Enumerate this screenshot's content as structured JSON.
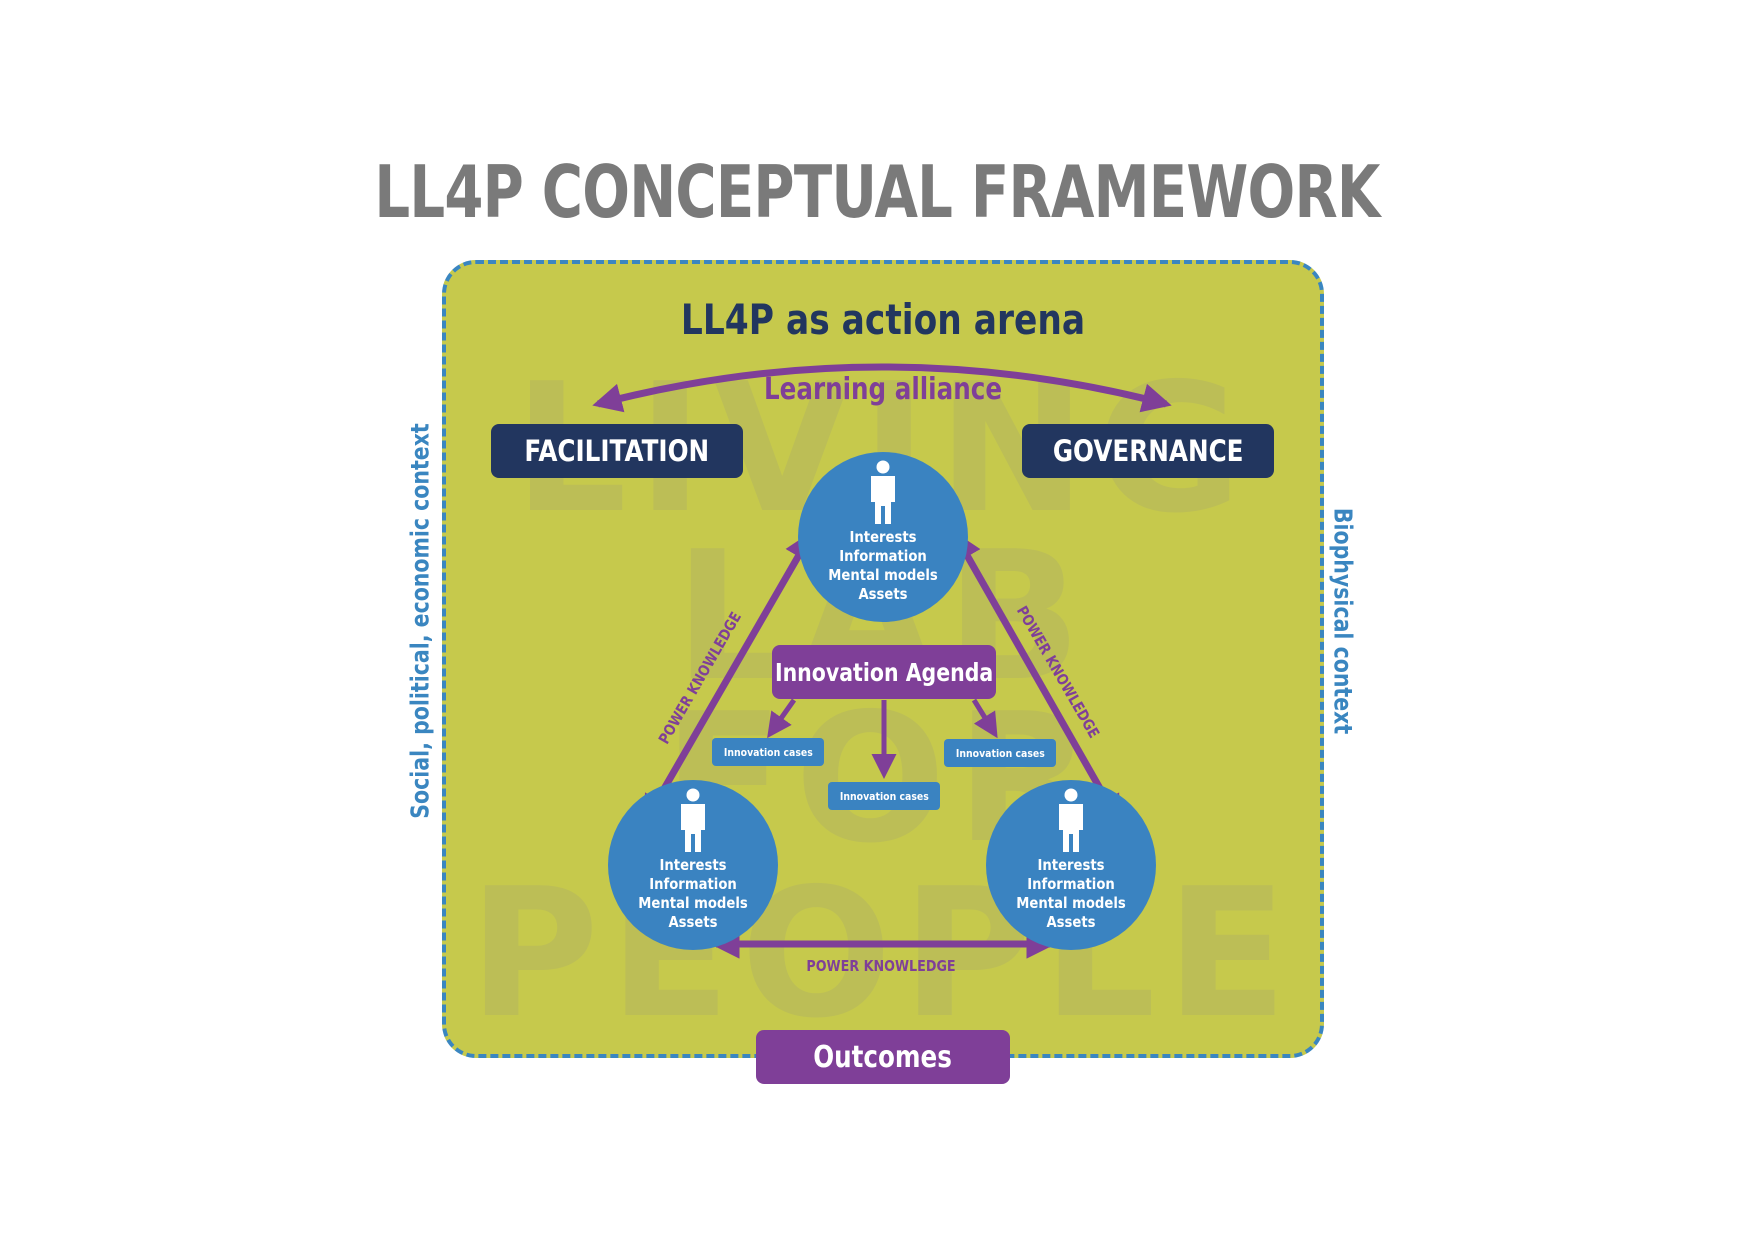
{
  "title": "LL4P CONCEPTUAL FRAMEWORK",
  "arena": {
    "title": "LL4P as action arena",
    "learning_alliance": "Learning alliance",
    "watermark_lines": [
      "LIVING",
      "LAB",
      "FOR",
      "PEOPLE"
    ]
  },
  "boxes": {
    "facilitation": "FACILITATION",
    "governance": "GOVERNANCE",
    "innovation_agenda": "Innovation Agenda",
    "innovation_cases": [
      "Innovation cases",
      "Innovation cases",
      "Innovation cases"
    ],
    "outcomes": "Outcomes"
  },
  "actors": [
    {
      "lines": [
        "Interests",
        "Information",
        "Mental models",
        "Assets"
      ]
    },
    {
      "lines": [
        "Interests",
        "Information",
        "Mental models",
        "Assets"
      ]
    },
    {
      "lines": [
        "Interests",
        "Information",
        "Mental models",
        "Assets"
      ]
    }
  ],
  "links": {
    "left": "POWER KNOWLEDGE",
    "right": "POWER KNOWLEDGE",
    "bottom": "POWER KNOWLEDGE"
  },
  "context": {
    "left": "Social, political, economic context",
    "right": "Biophysical context"
  },
  "icons": {
    "person": "person-icon"
  },
  "colors": {
    "title_grey": "#7a7a7a",
    "arena_green": "#c6c94c",
    "watermark": "#8a8a8a",
    "navy": "#22365f",
    "purple": "#7f3f98",
    "actor_blue": "#3a83c1",
    "context_blue": "#3a86c0"
  }
}
